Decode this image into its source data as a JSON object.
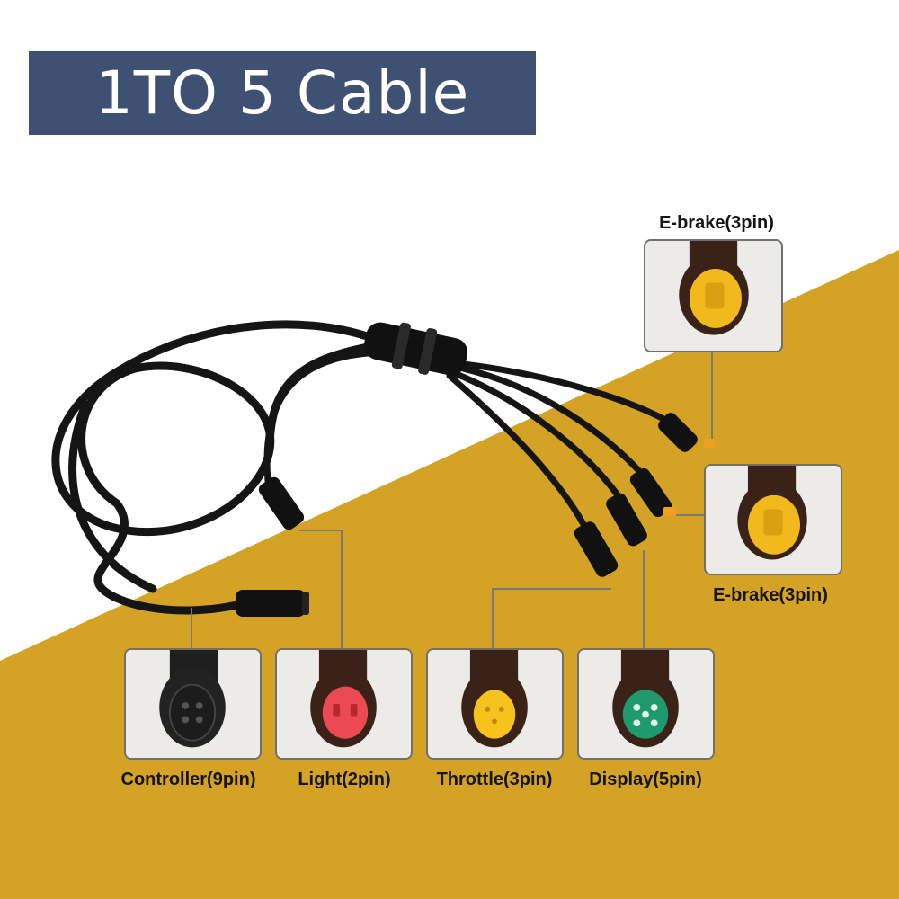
{
  "title": "1TO 5 Cable",
  "colors": {
    "title_bg": "#3f5173",
    "gold": "#d4a225",
    "cable": "#151515",
    "leader": "#7a7a7a"
  },
  "connectors": [
    {
      "label": "E-brake(3pin)",
      "insert_color": "#f2b91c",
      "icon": "yellow-3pin-connector-icon"
    },
    {
      "label": "E-brake(3pin)",
      "insert_color": "#f2b91c",
      "icon": "yellow-3pin-connector-icon"
    },
    {
      "label": "Controller(9pin)",
      "insert_color": "#1c1c1c",
      "icon": "black-9pin-connector-icon"
    },
    {
      "label": "Light(2pin)",
      "insert_color": "#ec4a52",
      "icon": "red-2pin-connector-icon"
    },
    {
      "label": "Throttle(3pin)",
      "insert_color": "#f6c21c",
      "icon": "yellow-3pin-connector-icon"
    },
    {
      "label": "Display(5pin)",
      "insert_color": "#1f9a6c",
      "icon": "green-5pin-connector-icon"
    }
  ]
}
